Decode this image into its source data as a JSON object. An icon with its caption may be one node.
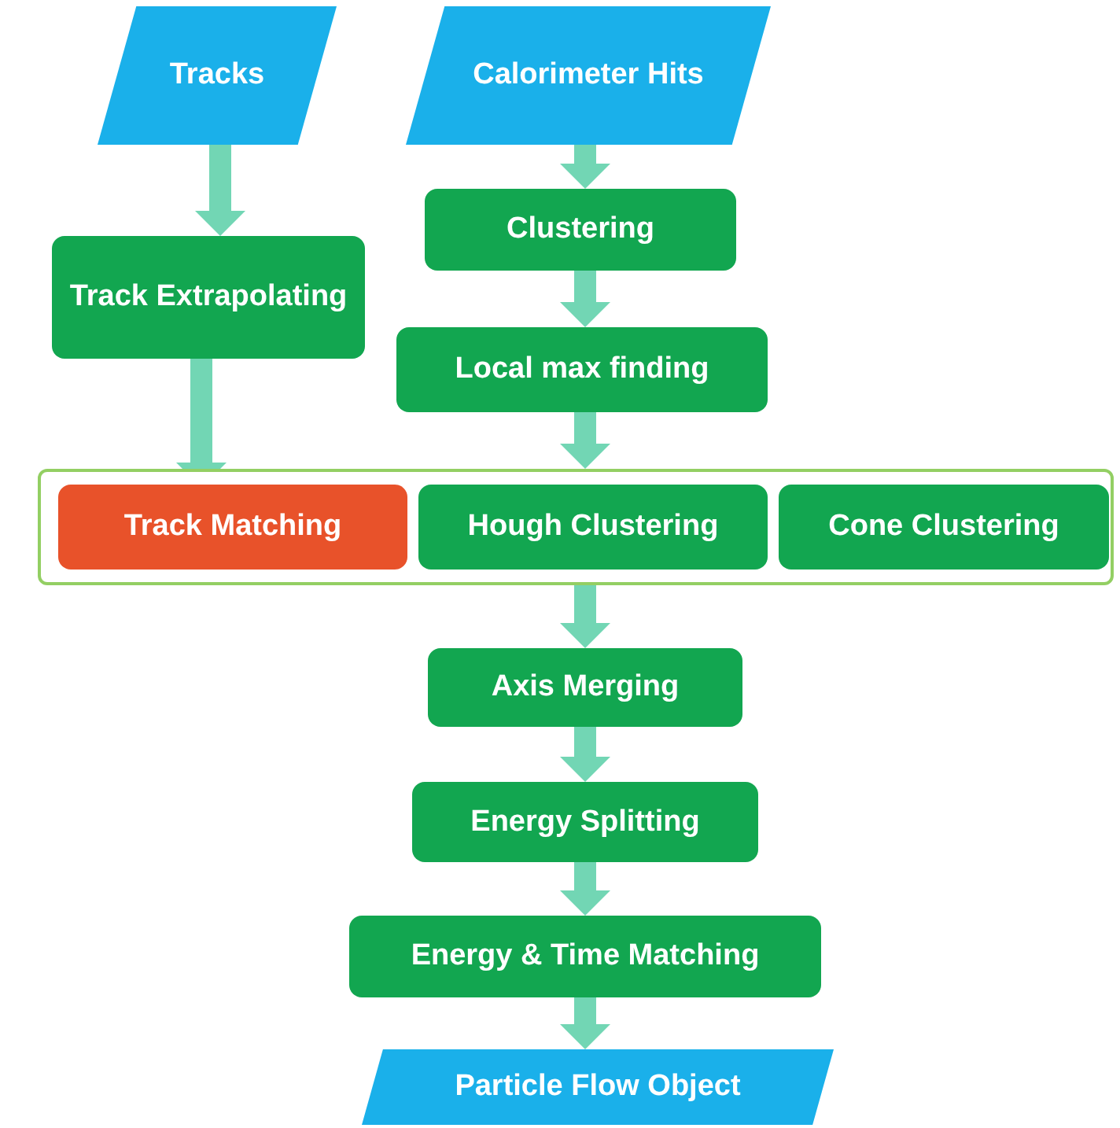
{
  "diagram": {
    "nodes": [
      {
        "text": [
          "Tracks"
        ]
      },
      {
        "text": [
          "Calorimeter Hits"
        ]
      },
      {
        "text": [
          "Track Extrapolating"
        ]
      },
      {
        "text": [
          "Clustering"
        ]
      },
      {
        "text": [
          "Local max finding"
        ]
      },
      {
        "text": [],
        "shape": "box"
      },
      {
        "text": [
          "Track Matching"
        ],
        "in": 5
      },
      {
        "text": [
          "Hough Clustering"
        ],
        "in": 5
      },
      {
        "text": [
          "Cone Clustering"
        ],
        "in": 5
      },
      {
        "text": [
          "Axis Merging"
        ]
      },
      {
        "text": [
          "Energy Splitting"
        ]
      },
      {
        "text": [
          "Energy & Time Matching"
        ]
      },
      {
        "text": [
          "Particle Flow Object"
        ]
      }
    ],
    "edges": [
      {
        "from": 0,
        "to": 2,
        "arrow": "to"
      },
      {
        "from": 1,
        "to": 3,
        "arrow": "to"
      },
      {
        "from": 3,
        "to": 4,
        "arrow": "to"
      },
      {
        "from": 2,
        "to": 6,
        "arrow": "to"
      },
      {
        "from": 4,
        "to": 5,
        "arrow": "to"
      },
      {
        "from": 5,
        "to": 9,
        "arrow": "to"
      },
      {
        "from": 9,
        "to": 10,
        "arrow": "to"
      },
      {
        "from": 10,
        "to": 11,
        "arrow": "to"
      },
      {
        "from": 11,
        "to": 12,
        "arrow": "to"
      }
    ]
  }
}
